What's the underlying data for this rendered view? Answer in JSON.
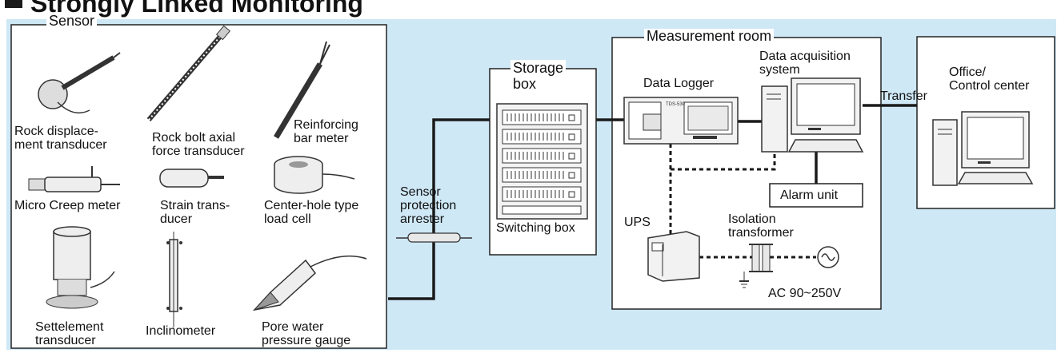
{
  "heading": "Strongly Linked Monitoring",
  "sensor_box": {
    "title": "Sensor",
    "sensors": [
      {
        "id": "rock-displacement",
        "label_lines": [
          "Rock displace-",
          "ment transducer"
        ]
      },
      {
        "id": "rock-bolt",
        "label_lines": [
          "Rock bolt axial",
          "force transducer"
        ]
      },
      {
        "id": "reinforcing-bar",
        "label_lines": [
          "Reinforcing",
          "bar meter"
        ]
      },
      {
        "id": "micro-creep",
        "label_lines": [
          "Micro Creep meter"
        ]
      },
      {
        "id": "strain",
        "label_lines": [
          "Strain trans-",
          "ducer"
        ]
      },
      {
        "id": "load-cell",
        "label_lines": [
          "Center-hole type",
          "load cell"
        ]
      },
      {
        "id": "settlement",
        "label_lines": [
          "Settelement",
          "transducer"
        ]
      },
      {
        "id": "inclinometer",
        "label_lines": [
          "Inclinometer"
        ]
      },
      {
        "id": "pore-water",
        "label_lines": [
          "Pore water",
          "pressure gauge"
        ]
      }
    ]
  },
  "arrester_label_lines": [
    "Sensor",
    "protection",
    "arrester"
  ],
  "storage_box": {
    "title_lines": [
      "Storage",
      "box"
    ],
    "switching_label": "Switching box"
  },
  "measurement_room": {
    "title": "Measurement room",
    "data_logger_label": "Data Logger",
    "logger_model": "TDS-530",
    "daq_label_lines": [
      "Data acquisition",
      "system"
    ],
    "alarm_label": "Alarm unit",
    "ups_label": "UPS",
    "isolation_label_lines": [
      "Isolation",
      "transformer"
    ],
    "ac_label": "AC 90~250V"
  },
  "transfer_label": "Transfer",
  "office": {
    "label_lines": [
      "Office/",
      "Control center"
    ]
  },
  "colors": {
    "background": "#cfe8f6",
    "line": "#1a1a1a",
    "box": "#ffffff"
  }
}
